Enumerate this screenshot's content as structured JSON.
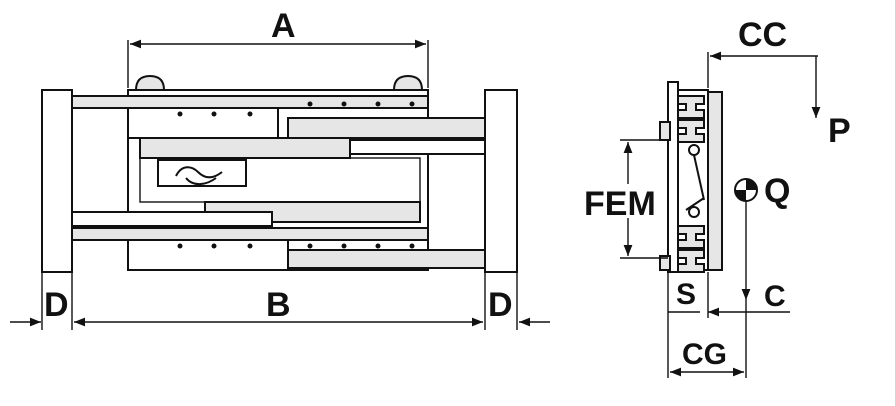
{
  "labels": {
    "A": "A",
    "B": "B",
    "D_left": "D",
    "D_right": "D",
    "CC": "CC",
    "P": "P",
    "FEM": "FEM",
    "Q": "Q",
    "S": "S",
    "C": "C",
    "CG": "CG"
  },
  "colors": {
    "line": "#111111",
    "fill": "#e6e6e6",
    "background": "#ffffff"
  }
}
